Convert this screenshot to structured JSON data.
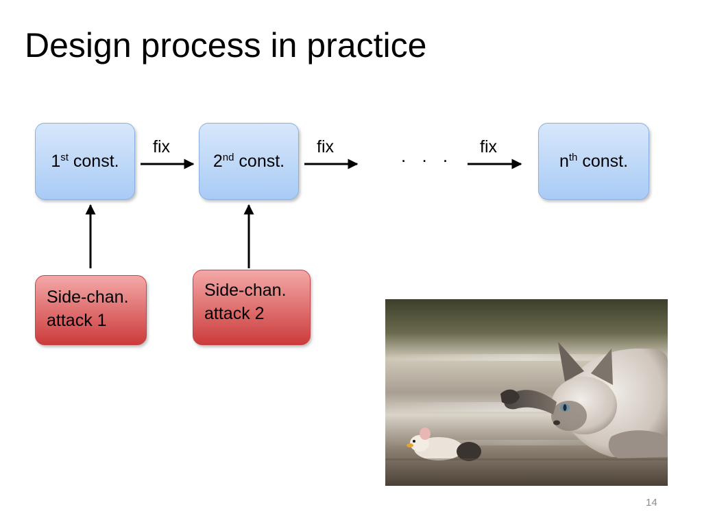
{
  "slide": {
    "title": "Design process in practice",
    "page_number": "14"
  },
  "flow": {
    "boxes": [
      {
        "base": "1",
        "sup": "st",
        "text": " const."
      },
      {
        "base": "2",
        "sup": "nd",
        "text": " const."
      },
      {
        "base": "n",
        "sup": "th",
        "text": "  const."
      }
    ],
    "fix_labels": [
      "fix",
      "fix",
      "fix"
    ],
    "ellipsis": ". . ."
  },
  "attacks": [
    {
      "line1": "Side-chan.",
      "line2": "attack 1"
    },
    {
      "line1": "Side-chan.",
      "line2": "attack 2"
    }
  ],
  "colors": {
    "const_box": "#b8d4f7",
    "attack_box": "#d94a4a",
    "arrow": "#000000"
  },
  "image": {
    "subject": "cat-chasing-mouse-photo"
  }
}
